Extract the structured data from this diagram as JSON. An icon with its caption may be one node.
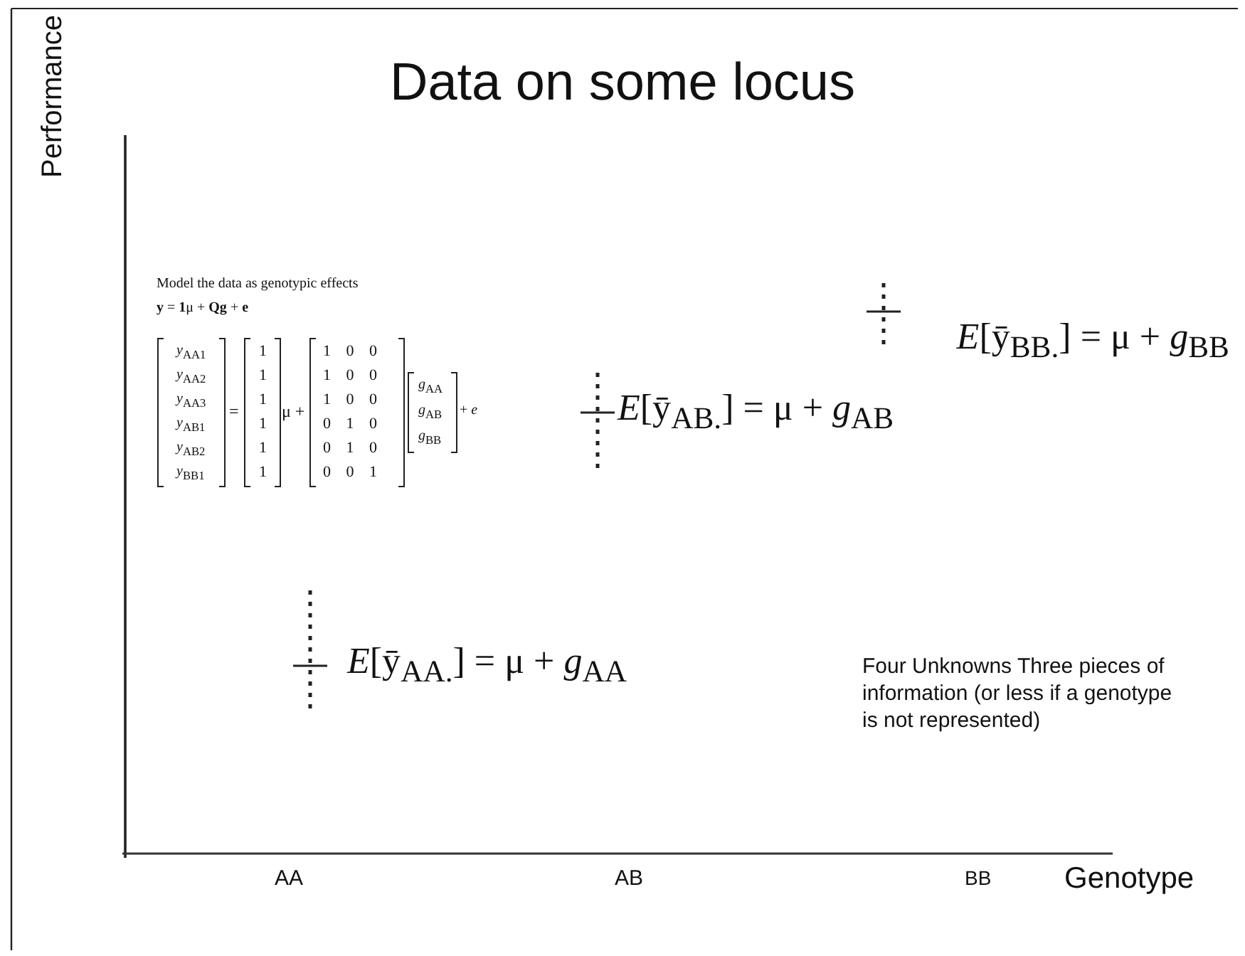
{
  "diagram": {
    "title": "Data on some locus",
    "labels": [
      "Performance",
      "Model the data as genotypic effects",
      "**y** = **1**μ + **Qg** + **e**",
      "*y*$_{AA1}$",
      "*y*$_{AA2}$",
      "*y*$_{AA3}$",
      "*y*$_{AB1}$",
      "*y*$_{AB2}$",
      "*y*$_{BB1}$",
      "=",
      "1",
      "1",
      "1",
      "1",
      "1",
      "1",
      "μ +",
      "1 0 0",
      "1 0 0",
      "1 0 0",
      "0 1 0",
      "0 1 0",
      "0 0 1",
      "*g*$_{AA}$",
      "*g*$_{AB}$",
      "*g*$_{BB}$",
      "+ *e*",
      "*E*[ȳ$_{BB.}$] = μ + *g*$_{BB}$",
      "*E*[ȳ$_{AB.}$] = μ + *g*$_{AB}$",
      "*E*[ȳ$_{AA.}$] = μ + *g*$_{AA}$",
      "Four Unknowns Three pieces of information (or less if a genotype is not represented)",
      "AA",
      "AB",
      "BB",
      "Genotype"
    ]
  }
}
